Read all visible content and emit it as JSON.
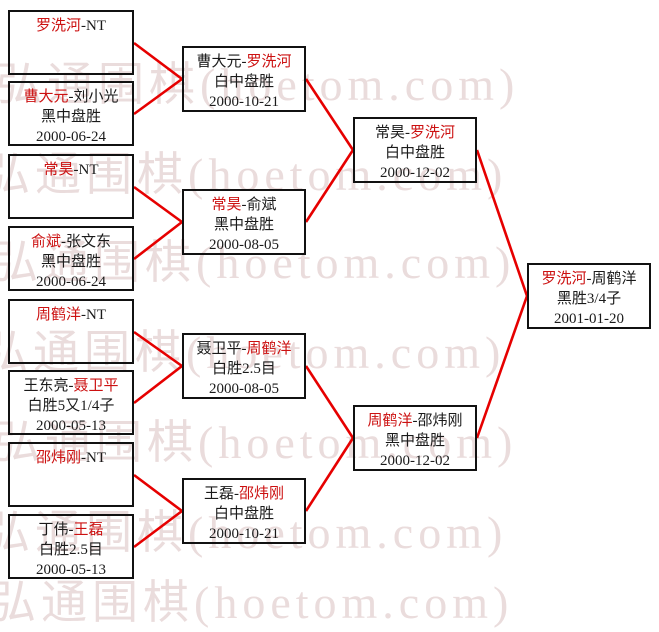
{
  "watermark": {
    "text": "弘通围棋(hoetom.com)",
    "color": "#eadcdc"
  },
  "colors": {
    "winner_name": "#cc1111",
    "connector_line": "#e60000",
    "box_border": "#111111"
  },
  "boxes": [
    {
      "pre": "",
      "winner": "罗洗河",
      "post": "-NT",
      "result": "",
      "date": ""
    },
    {
      "pre": "",
      "winner": "曹大元",
      "post": "-刘小光",
      "result": "黑中盘胜",
      "date": "2000-06-24"
    },
    {
      "pre": "",
      "winner": "常昊",
      "post": "-NT",
      "result": "",
      "date": ""
    },
    {
      "pre": "",
      "winner": "俞斌",
      "post": "-张文东",
      "result": "黑中盘胜",
      "date": "2000-06-24"
    },
    {
      "pre": "",
      "winner": "周鹤洋",
      "post": "-NT",
      "result": "",
      "date": ""
    },
    {
      "pre": "王东亮-",
      "winner": "聂卫平",
      "post": "",
      "result": "白胜5又1/4子",
      "date": "2000-05-13"
    },
    {
      "pre": "",
      "winner": "邵炜刚",
      "post": "-NT",
      "result": "",
      "date": ""
    },
    {
      "pre": "丁伟-",
      "winner": "王磊",
      "post": "",
      "result": "白胜2.5目",
      "date": "2000-05-13"
    },
    {
      "pre": "曹大元-",
      "winner": "罗洗河",
      "post": "",
      "result": "白中盘胜",
      "date": "2000-10-21"
    },
    {
      "pre": "",
      "winner": "常昊",
      "post": "-俞斌",
      "result": "黑中盘胜",
      "date": "2000-08-05"
    },
    {
      "pre": "聂卫平-",
      "winner": "周鹤洋",
      "post": "",
      "result": "白胜2.5目",
      "date": "2000-08-05"
    },
    {
      "pre": "王磊-",
      "winner": "邵炜刚",
      "post": "",
      "result": "白中盘胜",
      "date": "2000-10-21"
    },
    {
      "pre": "常昊-",
      "winner": "罗洗河",
      "post": "",
      "result": "白中盘胜",
      "date": "2000-12-02"
    },
    {
      "pre": "",
      "winner": "周鹤洋",
      "post": "-邵炜刚",
      "result": "黑中盘胜",
      "date": "2000-12-02"
    },
    {
      "pre": "",
      "winner": "罗洗河",
      "post": "-周鹤洋",
      "result": "黑胜3/4子",
      "date": "2001-01-20"
    }
  ]
}
